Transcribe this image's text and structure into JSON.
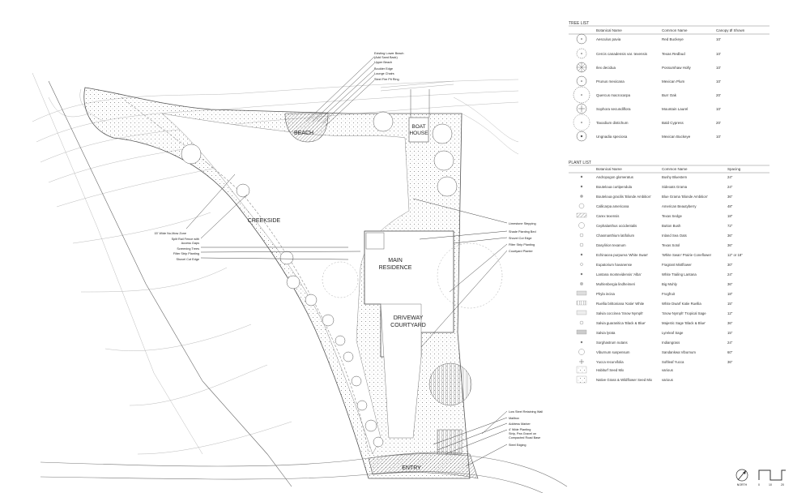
{
  "plan": {
    "zones": {
      "beach": "BEACH",
      "boat_house": [
        "BOAT",
        "HOUSE"
      ],
      "creekside": "CREEKSIDE",
      "main_residence": [
        "MAIN",
        "RESIDENCE"
      ],
      "driveway_courtyard": [
        "DRIVEWAY",
        "COURTYARD"
      ],
      "entry": "ENTRY"
    },
    "callouts_top": [
      "Existing Lower Beach",
      "(Add Sand Back)",
      "Upper Beach",
      "Boulder Edge",
      "Lounge Chairs",
      "Steel Fire Pit Ring"
    ],
    "callouts_left": [
      "15' Wide No-Mow Zone",
      "Split Rail Fence with",
      "Access Gaps",
      "Screening Trees",
      "Filter Strip Planting",
      "Shovel Cut Edge"
    ],
    "callouts_right": [
      "Limestone Stepping",
      "Shade Planting Bed",
      "Shovel Cut Edge",
      "Filter Strip Planting",
      "Courtyard Planter"
    ],
    "callouts_bottom": [
      "Low Steel Retaining Wall",
      "Mailbox",
      "Address Marker",
      "4' Wide Planting",
      "Strip, Pea Gravel on",
      "Compacted Road Base",
      "Steel Edging"
    ]
  },
  "tree_list": {
    "title": "TREE LIST",
    "headers": [
      "Botanical Name",
      "Common Name",
      "Canopy Ø Shown"
    ],
    "rows": [
      [
        "Aesculus pavia",
        "Red Buckeye",
        "10'"
      ],
      [
        "Cercis canadensis var. texensis",
        "Texas Redbud",
        "10'"
      ],
      [
        "Ilex decidua",
        "Possumhaw Holly",
        "10'"
      ],
      [
        "Prunus mexicana",
        "Mexican Plum",
        "10'"
      ],
      [
        "Quercus macrocarpa",
        "Burr Oak",
        "20'"
      ],
      [
        "Sophora secundiflora",
        "Mountain Laurel",
        "10'"
      ],
      [
        "Taxodium distichum",
        "Bald Cypress",
        "20'"
      ],
      [
        "Ungnadia speciosa",
        "Mexican Buckeye",
        "10'"
      ]
    ]
  },
  "plant_list": {
    "title": "PLANT LIST",
    "headers": [
      "Botanical Name",
      "Common Name",
      "Spacing"
    ],
    "rows": [
      [
        "Andropogon glomeratus",
        "Bushy Bluestem",
        "24\""
      ],
      [
        "Bouteloua curtipendula",
        "Sideoats Grama",
        "24\""
      ],
      [
        "Bouteloua gracilis 'Blonde Ambition'",
        "Blue Grama 'Blonde Ambition'",
        "36\""
      ],
      [
        "Callicarpa americana",
        "American Beautyberry",
        "48\""
      ],
      [
        "Carex texensis",
        "Texas Sedge",
        "18\""
      ],
      [
        "Cephalanthus occidentalis",
        "Button Bush",
        "72\""
      ],
      [
        "Chasmanthium latifolium",
        "Inland Sea Oats",
        "36\""
      ],
      [
        "Dasylirion texanum",
        "Texas Sotol",
        "36\""
      ],
      [
        "Echinacea purpurea 'White Swan'",
        "'White Swan' Prairie Coneflower",
        "12\" or 18\""
      ],
      [
        "Eupatorium havanense",
        "Fragrant Mistflower",
        "30\""
      ],
      [
        "Lantana montevidensis 'Alba'",
        "White Trailing Lantana",
        "24\""
      ],
      [
        "Muhlenbergia lindheimeri",
        "Big Muhly",
        "36\""
      ],
      [
        "Phyla incisa",
        "Frogfruit",
        "18\""
      ],
      [
        "Ruellia brittoniana 'Katie' White",
        "White Dwarf Katie Ruellia",
        "15\""
      ],
      [
        "Salvia coccinea 'Snow Nymph'",
        "'Snow Nymph' Tropical Sage",
        "12\""
      ],
      [
        "Salvia guaranitica 'Black & Blue'",
        "Majestic Sage 'Black & Blue'",
        "36\""
      ],
      [
        "Salvia lyrata",
        "Lyreleaf Sage",
        "15\""
      ],
      [
        "Sorghastrum nutans",
        "Indiangrass",
        "24\""
      ],
      [
        "Viburnum suspensum",
        "Sandankwa Viburnum",
        "60\""
      ],
      [
        "Yucca recurvifolia",
        "Softleaf Yucca",
        "36\""
      ]
    ],
    "seed_rows": [
      [
        "Habiturf Seed Mix",
        "various"
      ],
      [
        "Native Grass & Wildflower Seed Mix",
        "various"
      ]
    ]
  },
  "north": {
    "label": "NORTH",
    "scale": [
      "0",
      "10",
      "20"
    ]
  },
  "colors": {
    "line": "#555555",
    "light_line": "#bbbbbb",
    "hatch": "#888888"
  }
}
